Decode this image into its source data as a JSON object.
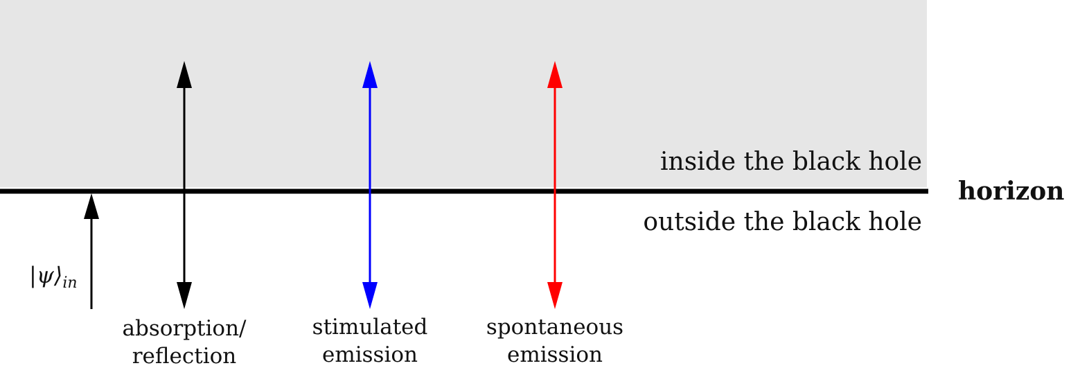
{
  "colors": {
    "inside_region": "#e6e6e6",
    "horizon_line": "#000000",
    "absorption": "#000000",
    "stimulated": "#0000ff",
    "spontaneous": "#ff0000",
    "incoming": "#000000"
  },
  "labels": {
    "inside": "inside the black hole",
    "outside": "outside the black hole",
    "horizon": "horizon",
    "incoming_state": "|ψ⟩",
    "incoming_state_sub": "in"
  },
  "processes": [
    {
      "line1": "absorption/",
      "line2": "reflection",
      "color_key": "absorption"
    },
    {
      "line1": "stimulated",
      "line2": "emission",
      "color_key": "stimulated"
    },
    {
      "line1": "spontaneous",
      "line2": "emission",
      "color_key": "spontaneous"
    }
  ]
}
